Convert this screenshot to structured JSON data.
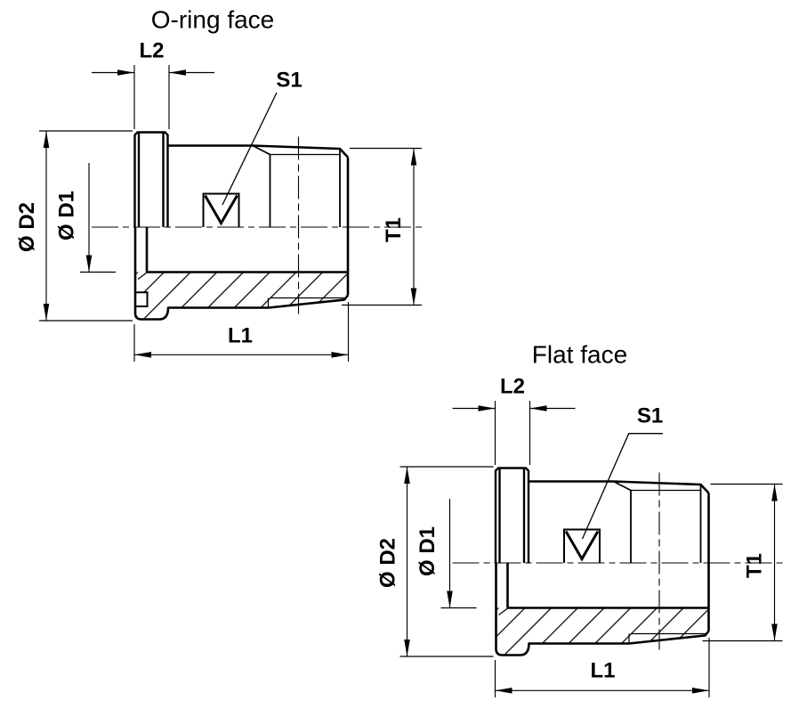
{
  "colors": {
    "line": "#000000",
    "background": "#ffffff"
  },
  "drawings": [
    {
      "title": "O-ring face",
      "labels": {
        "l2": "L2",
        "s1": "S1",
        "d2": "Ø D2",
        "d1": "Ø D1",
        "t1": "T1",
        "l1": "L1"
      }
    },
    {
      "title": "Flat face",
      "labels": {
        "l2": "L2",
        "s1": "S1",
        "d2": "Ø D2",
        "d1": "Ø D1",
        "t1": "T1",
        "l1": "L1"
      }
    }
  ]
}
